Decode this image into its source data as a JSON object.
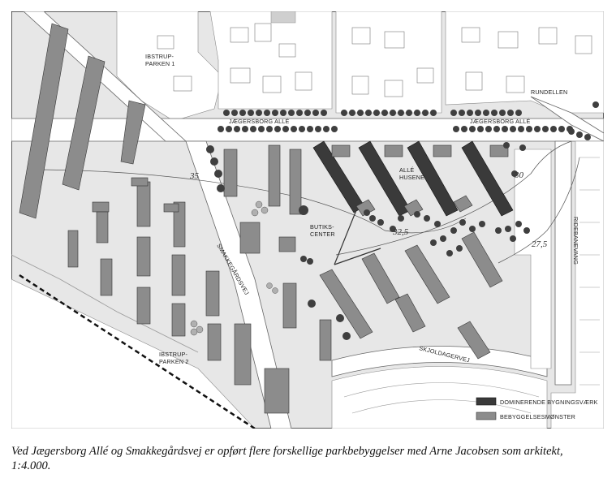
{
  "map": {
    "labels": {
      "ibstrup_parken_1": [
        "IBSTRUP-",
        "PARKEN 1"
      ],
      "ibstrup_parken_2": [
        "IBSTRUP-",
        "PARKEN 2"
      ],
      "jaegersborg_alle_left": "JÆGERSBORG ALLÉ",
      "jaegersborg_alle_right": "JÆGERSBORG ALLÉ",
      "rundellen": "RUNDELLEN",
      "smakkegaardsvej": "SMAKKEGÅRDSVEJ",
      "butikscenter": [
        "BUTIKS-",
        "CENTER"
      ],
      "allehusene": [
        "ALLÉ",
        "HUSENE"
      ],
      "skjoldagervej": "SKJOLDAGERVEJ",
      "ridebanevang": "RIDEBANEVANG"
    },
    "contours": [
      "35",
      "32,5",
      "30",
      "27,5"
    ],
    "legend": [
      {
        "label": "DOMINERENDE BYGNINGSVÆRK",
        "color": "#3a3a3a"
      },
      {
        "label": "BEBYGGELSESMØNSTER",
        "color": "#8c8c8c"
      }
    ]
  },
  "caption": "Ved Jægersborg Allé og Smakkegårdsvej er opført flere forskellige parkbebyggelser med Arne Jacobsen som arkitekt, 1:4.000.",
  "colors": {
    "ground": "#e7e7e7",
    "road": "#ffffff",
    "dominant_building": "#3a3a3a",
    "building_pattern": "#8c8c8c",
    "tree": "#3f3f3f"
  }
}
